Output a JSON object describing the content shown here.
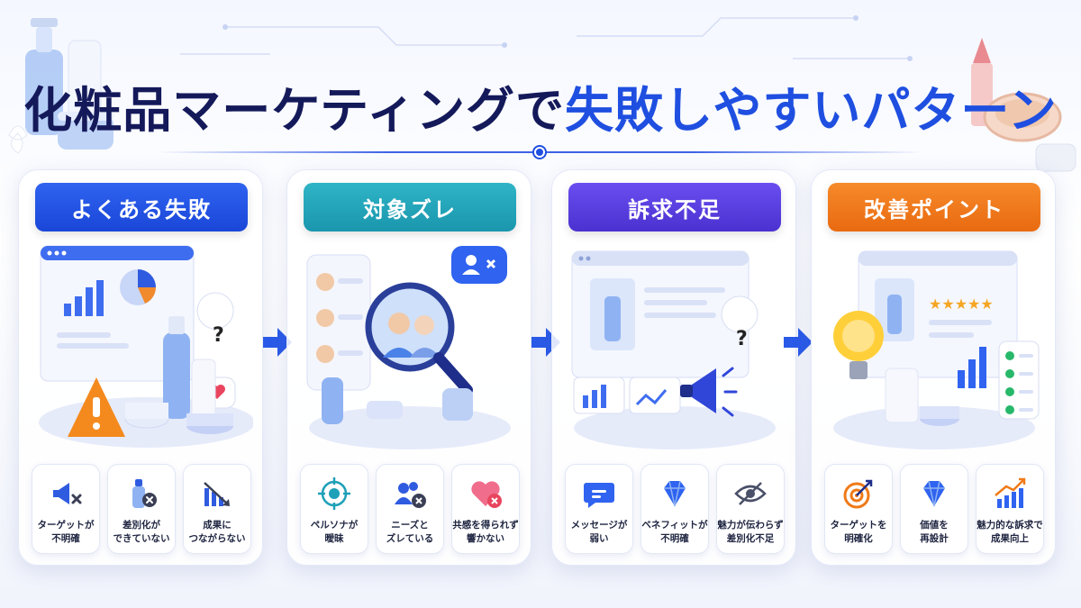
{
  "title": {
    "main": "化粧品マーケティングで",
    "accent": "失敗しやすいパターン"
  },
  "colors": {
    "title_text": "#14195a",
    "title_accent": "#1f4fe0",
    "blue": "#1f4fe0",
    "teal": "#1ea0b8",
    "purple": "#5b3fe0",
    "orange": "#f07a18"
  },
  "panels": [
    {
      "heading": "よくある失敗",
      "color": "#1f4fe0",
      "items": [
        {
          "icon": "megaphone-x-icon",
          "label": "ターゲットが\n不明確"
        },
        {
          "icon": "bottle-x-icon",
          "label": "差別化が\nできていない"
        },
        {
          "icon": "declining-chart-icon",
          "label": "成果に\nつながらない"
        }
      ]
    },
    {
      "heading": "対象ズレ",
      "color": "#1ea0b8",
      "items": [
        {
          "icon": "target-person-icon",
          "label": "ペルソナが\n曖昧"
        },
        {
          "icon": "users-x-icon",
          "label": "ニーズと\nズレている"
        },
        {
          "icon": "broken-heart-icon",
          "label": "共感を得られず\n響かない"
        }
      ]
    },
    {
      "heading": "訴求不足",
      "color": "#5b3fe0",
      "items": [
        {
          "icon": "message-icon",
          "label": "メッセージが\n弱い"
        },
        {
          "icon": "diamond-icon",
          "label": "ベネフィットが\n不明確"
        },
        {
          "icon": "eye-off-icon",
          "label": "魅力が伝わらず\n差別化不足"
        }
      ]
    },
    {
      "heading": "改善ポイント",
      "color": "#f07a18",
      "items": [
        {
          "icon": "target-arrow-icon",
          "label": "ターゲットを\n明確化"
        },
        {
          "icon": "diamond-icon",
          "label": "価値を\n再設計"
        },
        {
          "icon": "growth-chart-icon",
          "label": "魅力的な訴求で\n成果向上"
        }
      ]
    }
  ]
}
